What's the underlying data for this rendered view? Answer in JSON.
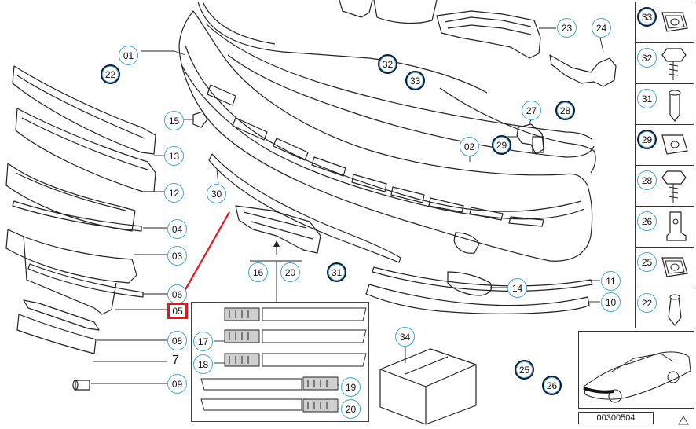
{
  "diagram": {
    "id_label": "00300504",
    "callouts": {
      "c01": "01",
      "c22a": "22",
      "c15": "15",
      "c13": "13",
      "c12": "12",
      "c04": "04",
      "c03": "03",
      "c06": "06",
      "c05": "05",
      "c08": "08",
      "c7": "7",
      "c09": "09",
      "c30": "30",
      "c16": "16",
      "c20a": "20",
      "c31": "31",
      "c17": "17",
      "c18": "18",
      "c19": "19",
      "c20b": "20",
      "c34": "34",
      "c14": "14",
      "c11": "11",
      "c10": "10",
      "c25a": "25",
      "c26a": "26",
      "c02": "02",
      "c29a": "29",
      "c27": "27",
      "c28a": "28",
      "c32a": "32",
      "c33a": "33",
      "c23": "23",
      "c24": "24"
    },
    "selected_part": "05",
    "side_panel": [
      "33",
      "32",
      "31",
      "29",
      "28",
      "26",
      "25",
      "22"
    ]
  },
  "colors": {
    "callout_ring": "#3fa8d8",
    "dark_ring": "#0d1e38",
    "highlight": "#e8141a",
    "line": "#222222"
  }
}
